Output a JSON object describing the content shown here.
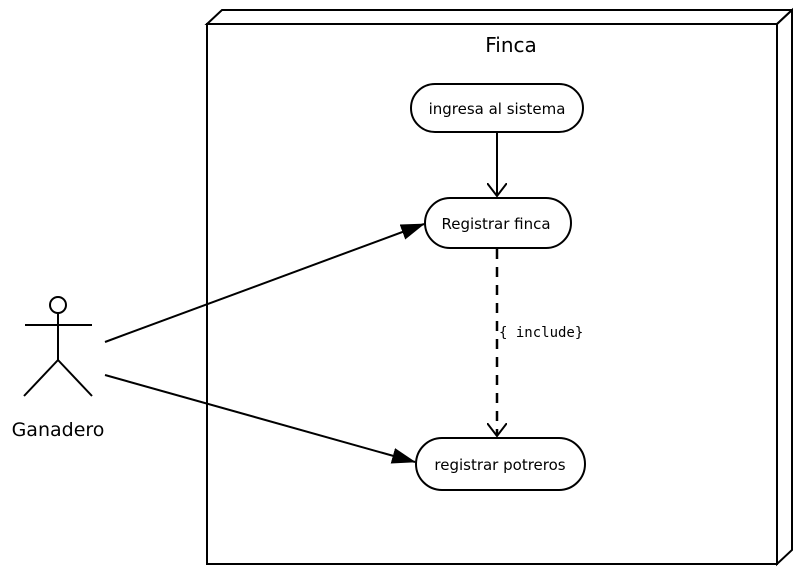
{
  "system": {
    "title": "Finca"
  },
  "actor": {
    "name": "Ganadero"
  },
  "use_cases": {
    "ingresa": "ingresa al sistema",
    "registrar_finca": "Registrar finca",
    "registrar_potreros": "registrar potreros"
  },
  "relations": {
    "include_label": "{ include}"
  }
}
